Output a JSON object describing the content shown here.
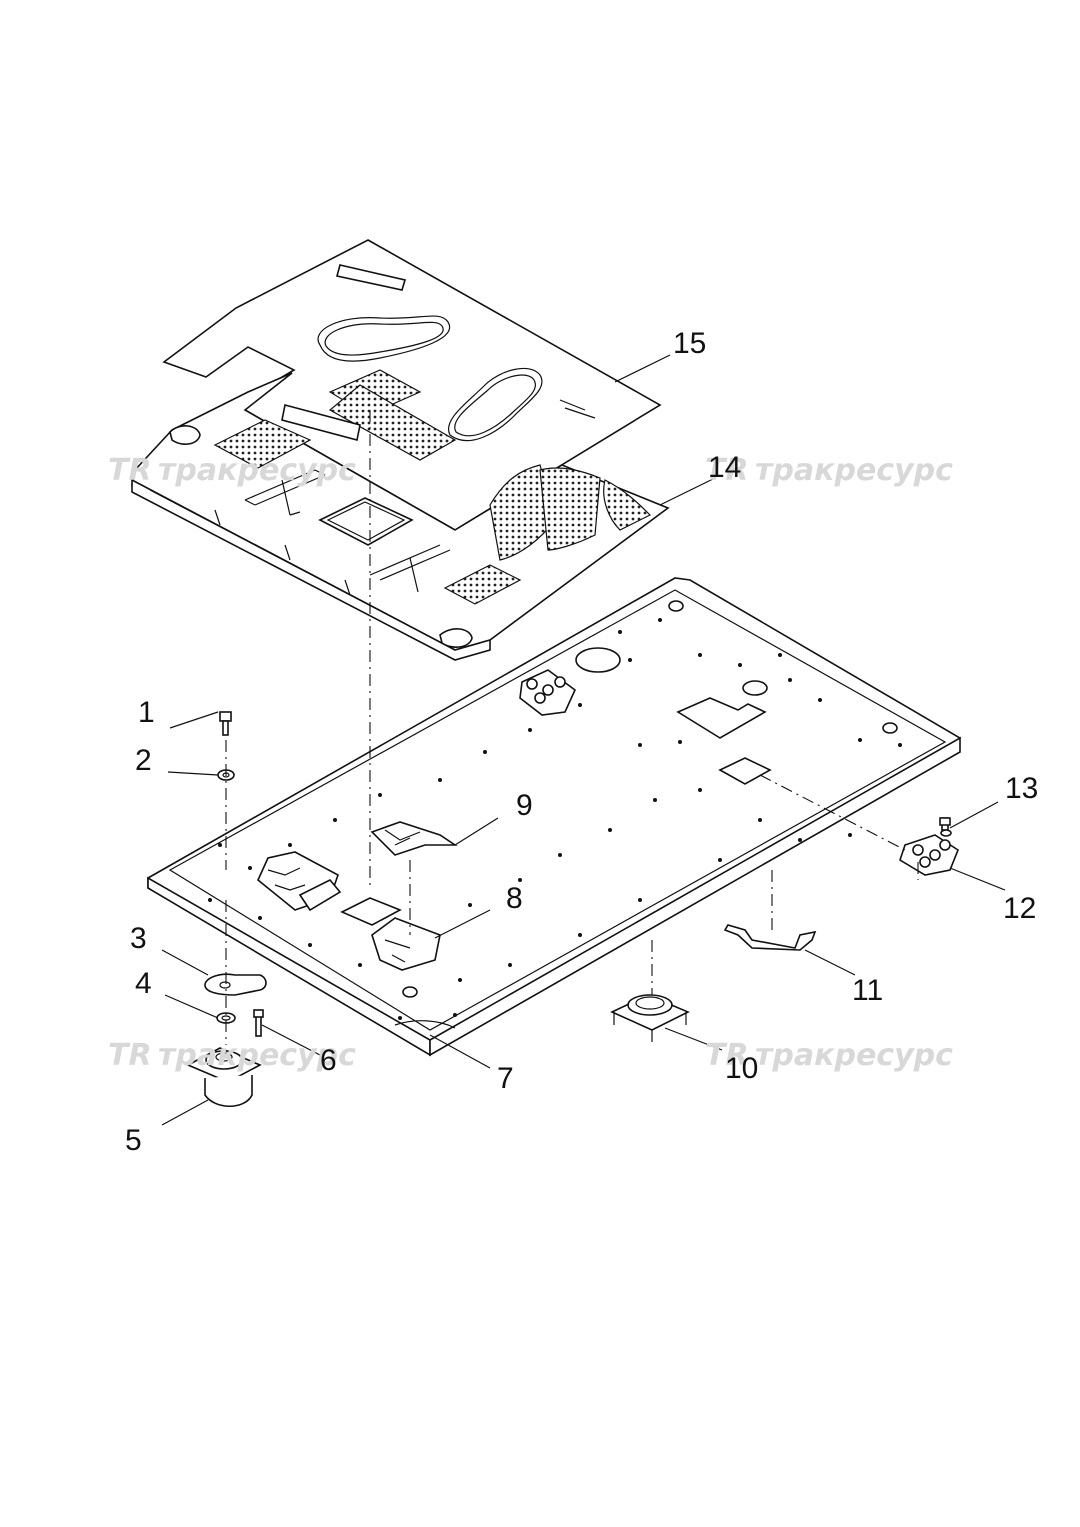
{
  "diagram": {
    "callouts": [
      {
        "id": "1",
        "label": "1"
      },
      {
        "id": "2",
        "label": "2"
      },
      {
        "id": "3",
        "label": "3"
      },
      {
        "id": "4",
        "label": "4"
      },
      {
        "id": "5",
        "label": "5"
      },
      {
        "id": "6",
        "label": "6"
      },
      {
        "id": "7",
        "label": "7"
      },
      {
        "id": "8",
        "label": "8"
      },
      {
        "id": "9",
        "label": "9"
      },
      {
        "id": "10",
        "label": "10"
      },
      {
        "id": "11",
        "label": "11"
      },
      {
        "id": "12",
        "label": "12"
      },
      {
        "id": "13",
        "label": "13"
      },
      {
        "id": "14",
        "label": "14"
      },
      {
        "id": "15",
        "label": "15"
      }
    ],
    "watermark": "трaкресурс",
    "watermark_logo": "TR",
    "colors": {
      "line": "#111111",
      "watermark": "#d8d8d8",
      "background": "#ffffff"
    }
  }
}
